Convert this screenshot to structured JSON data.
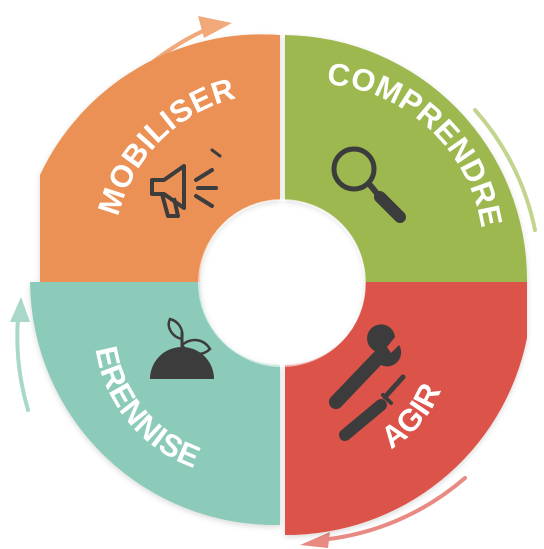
{
  "segments": [
    {
      "id": "mobiliser",
      "label": "MOBILISER",
      "color": "#EB9154",
      "icon": "megaphone-icon"
    },
    {
      "id": "comprendre",
      "label": "COMPRENDRE",
      "color": "#9DB850",
      "icon": "magnifying-glass-icon"
    },
    {
      "id": "agir",
      "label": "AGIR",
      "color": "#DC5348",
      "icon": "wrench-screwdriver-icon"
    },
    {
      "id": "perenniser",
      "label": "PERENNISER",
      "color": "#8CCBBA",
      "icon": "sprout-icon"
    }
  ],
  "colors": {
    "icon": "#3C3C3C",
    "arrow_top": "#F2A97A",
    "arrow_right": "#C3D48E",
    "arrow_bottom": "#E88A82",
    "arrow_left": "#A9D8CB",
    "hole": "#ffffff"
  }
}
